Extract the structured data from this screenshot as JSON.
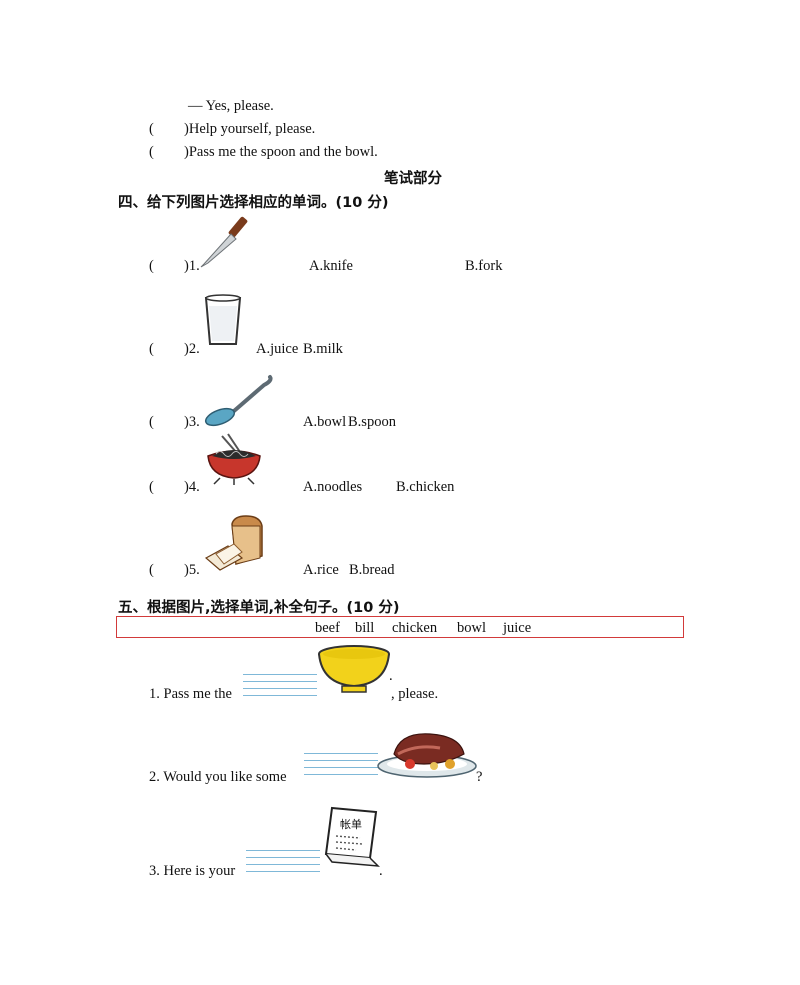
{
  "dialogue": {
    "line1": "— Yes, please.",
    "line2_paren": "(",
    "line2_close": ")",
    "line2_text": "Help yourself, please.",
    "line3_paren": "(",
    "line3_close": ")",
    "line3_text": "Pass me the spoon and the bowl."
  },
  "written_part_title": "笔试部分",
  "section4": {
    "title": "四、给下列图片选择相应的单词。(10 分)",
    "items": [
      {
        "num": ")1.",
        "a": "A.knife",
        "b": "B.fork",
        "icon": "knife-icon"
      },
      {
        "num": ")2.",
        "a": "A.juice",
        "b": "B.milk",
        "icon": "milk-glass-icon"
      },
      {
        "num": ")3.",
        "a": "A.bowl",
        "b": "B.spoon",
        "icon": "spoon-icon"
      },
      {
        "num": ")4.",
        "a": "A.noodles",
        "b": "B.chicken",
        "icon": "noodles-bowl-icon"
      },
      {
        "num": ")5.",
        "a": "A.rice",
        "b": "B.bread",
        "icon": "bread-icon"
      }
    ]
  },
  "section5": {
    "title": "五、根据图片,选择单词,补全句子。(10 分)",
    "word_bank": [
      "beef",
      "bill",
      "chicken",
      "bowl",
      "juice"
    ],
    "sentences": [
      {
        "prefix": "1. Pass me the",
        "suffix": ", please.",
        "icon": "yellow-bowl-icon"
      },
      {
        "prefix": "2. Would you like some",
        "suffix": "?",
        "icon": "beef-plate-icon"
      },
      {
        "prefix": "3. Here is your",
        "suffix": ".",
        "icon": "bill-receipt-icon"
      }
    ],
    "bill_chars": "帐单"
  },
  "colors": {
    "box_border": "#d23a3a",
    "blank_line": "#7fb8d8",
    "bowl_yellow": "#f2d21b"
  }
}
